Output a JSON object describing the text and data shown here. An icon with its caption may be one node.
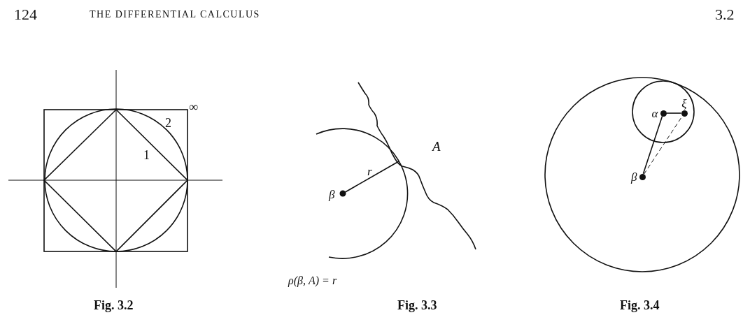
{
  "diagram": {
    "nodes": [
      {
        "text": [
          "α"
        ]
      },
      {
        "text": [
          "ξ"
        ]
      },
      {
        "text": [
          "β"
        ]
      }
    ],
    "edges": [
      {
        "from": 0,
        "to": 1,
        "arrow": "none"
      },
      {
        "from": 2,
        "to": 0,
        "arrow": "none"
      },
      {
        "from": 2,
        "to": 1,
        "arrow": "none",
        "style": "dashed"
      }
    ],
    "labels": [
      "124",
      "THE DIFFERENTIAL CALCULUS",
      "3.2",
      "∞",
      "2",
      "1",
      "A",
      "r",
      "β",
      "ρ(β, A) = r",
      "Fig. 3.2",
      "Fig. 3.3",
      "Fig. 3.4"
    ]
  }
}
